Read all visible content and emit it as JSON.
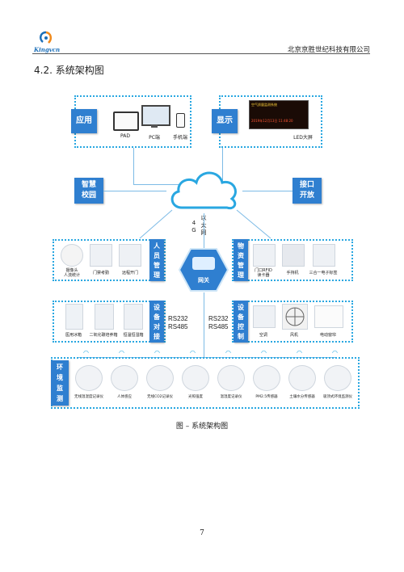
{
  "header": {
    "logo_text": "Kingvcn",
    "company": "北京京胜世纪科技有限公司"
  },
  "section_title": "4.2.  系统架构图",
  "diagram": {
    "app_tile": "应用",
    "display_tile": "显示",
    "app_devices": [
      "PAD",
      "PC端",
      "手机端"
    ],
    "led_label": "LED大屏",
    "led_lines": [
      "空气质量监测系统",
      "2019年12月13日 11:48:20"
    ],
    "smart_campus": [
      "智慧",
      "校园"
    ],
    "interface": [
      "接口",
      "开放"
    ],
    "net_label": [
      "4",
      "G",
      "以",
      "太",
      "网"
    ],
    "gateway": "网关",
    "personnel_tile": [
      "人",
      "员",
      "管",
      "理"
    ],
    "personnel_items": [
      "摄像头\n人流统计",
      "门禁考勤",
      "远程开门"
    ],
    "asset_tile": [
      "物",
      "资",
      "管",
      "理"
    ],
    "asset_items": [
      "门口RFID\n读卡器",
      "手持机",
      "三合一电子标签"
    ],
    "device_link_tile": [
      "设",
      "备",
      "对",
      "接"
    ],
    "device_link_items": [
      "医用冰箱",
      "二氧化碳培养箱",
      "恒温恒湿箱"
    ],
    "device_ctrl_tile": [
      "设",
      "备",
      "控",
      "制"
    ],
    "device_ctrl_items": [
      "空调",
      "风机",
      "电动窗帘"
    ],
    "rs_left": [
      "RS232",
      "RS485"
    ],
    "rs_right": [
      "RS232",
      "RS485"
    ],
    "env_tile": [
      "环",
      "境",
      "监",
      "测"
    ],
    "env_items": [
      "无线温湿度记录仪",
      "人体感应",
      "无线CO2记录仪",
      "光照强度",
      "温湿度记录仪",
      "PM2.5传感器",
      "土壤水分传感器",
      "吸顶式环境监测仪"
    ]
  },
  "caption": "图 – 系统架构图",
  "page_number": "7"
}
